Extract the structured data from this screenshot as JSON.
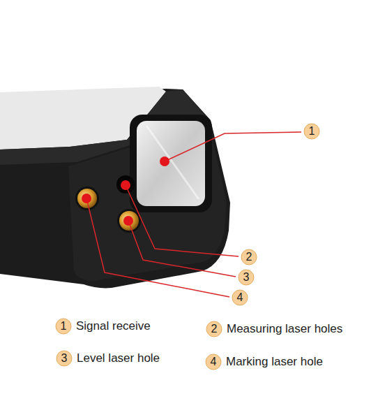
{
  "diagram": {
    "nodes": [
      {
        "text": [
          "1"
        ]
      },
      {
        "text": [
          "2"
        ]
      },
      {
        "text": [
          "3"
        ]
      },
      {
        "text": [
          "4"
        ]
      },
      {
        "text": [
          "1",
          "Signal receive"
        ]
      },
      {
        "text": [
          "2",
          "Measuring laser holes"
        ]
      },
      {
        "text": [
          "3",
          "Level laser hole"
        ]
      },
      {
        "text": [
          "4",
          "Marking laser hole"
        ]
      }
    ]
  }
}
